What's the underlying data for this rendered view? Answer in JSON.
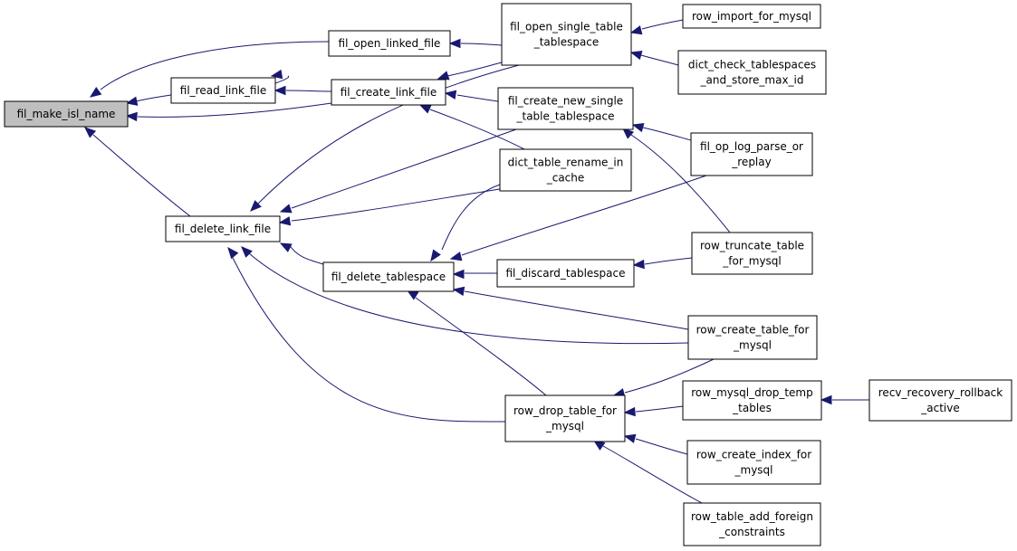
{
  "nodes": [
    {
      "id": "fil_make_isl_name",
      "lines": [
        "fil_make_isl_name"
      ],
      "root": true
    },
    {
      "id": "fil_open_linked_file",
      "lines": [
        "fil_open_linked_file"
      ]
    },
    {
      "id": "fil_read_link_file",
      "lines": [
        "fil_read_link_file"
      ]
    },
    {
      "id": "fil_create_link_file",
      "lines": [
        "fil_create_link_file"
      ]
    },
    {
      "id": "fil_delete_link_file",
      "lines": [
        "fil_delete_link_file"
      ]
    },
    {
      "id": "fil_open_single_table_tablespace",
      "lines": [
        "fil_open_single_table",
        "_tablespace"
      ]
    },
    {
      "id": "fil_create_new_single_table_tablespace",
      "lines": [
        "fil_create_new_single",
        "_table_tablespace"
      ]
    },
    {
      "id": "dict_table_rename_in_cache",
      "lines": [
        "dict_table_rename_in",
        "_cache"
      ]
    },
    {
      "id": "fil_delete_tablespace",
      "lines": [
        "fil_delete_tablespace"
      ]
    },
    {
      "id": "fil_discard_tablespace",
      "lines": [
        "fil_discard_tablespace"
      ]
    },
    {
      "id": "row_drop_table_for_mysql",
      "lines": [
        "row_drop_table_for",
        "_mysql"
      ]
    },
    {
      "id": "row_import_for_mysql",
      "lines": [
        "row_import_for_mysql"
      ]
    },
    {
      "id": "dict_check_tablespaces_and_store_max_id",
      "lines": [
        "dict_check_tablespaces",
        "_and_store_max_id"
      ]
    },
    {
      "id": "fil_op_log_parse_or_replay",
      "lines": [
        "fil_op_log_parse_or",
        "_replay"
      ]
    },
    {
      "id": "row_truncate_table_for_mysql",
      "lines": [
        "row_truncate_table",
        "_for_mysql"
      ]
    },
    {
      "id": "row_create_table_for_mysql",
      "lines": [
        "row_create_table_for",
        "_mysql"
      ]
    },
    {
      "id": "row_mysql_drop_temp_tables",
      "lines": [
        "row_mysql_drop_temp",
        "_tables"
      ]
    },
    {
      "id": "row_create_index_for_mysql",
      "lines": [
        "row_create_index_for",
        "_mysql"
      ]
    },
    {
      "id": "row_table_add_foreign_constraints",
      "lines": [
        "row_table_add_foreign",
        "_constraints"
      ]
    },
    {
      "id": "recv_recovery_rollback_active",
      "lines": [
        "recv_recovery_rollback",
        "_active"
      ]
    }
  ],
  "edges": [
    {
      "from": "fil_open_linked_file",
      "to": "fil_make_isl_name"
    },
    {
      "from": "fil_read_link_file",
      "to": "fil_make_isl_name"
    },
    {
      "from": "fil_create_link_file",
      "to": "fil_make_isl_name"
    },
    {
      "from": "fil_delete_link_file",
      "to": "fil_make_isl_name"
    },
    {
      "from": "fil_read_link_file",
      "to": "fil_open_linked_file"
    },
    {
      "from": "fil_open_single_table_tablespace",
      "to": "fil_open_linked_file"
    },
    {
      "from": "fil_create_link_file",
      "to": "fil_read_link_file"
    },
    {
      "from": "fil_open_single_table_tablespace",
      "to": "fil_create_link_file"
    },
    {
      "from": "fil_create_new_single_table_tablespace",
      "to": "fil_create_link_file"
    },
    {
      "from": "dict_table_rename_in_cache",
      "to": "fil_create_link_file"
    },
    {
      "from": "fil_open_single_table_tablespace",
      "to": "fil_delete_link_file"
    },
    {
      "from": "fil_create_new_single_table_tablespace",
      "to": "fil_delete_link_file"
    },
    {
      "from": "dict_table_rename_in_cache",
      "to": "fil_delete_link_file"
    },
    {
      "from": "fil_delete_tablespace",
      "to": "fil_delete_link_file"
    },
    {
      "from": "row_create_table_for_mysql",
      "to": "fil_delete_link_file"
    },
    {
      "from": "row_drop_table_for_mysql",
      "to": "fil_delete_link_file"
    },
    {
      "from": "row_import_for_mysql",
      "to": "fil_open_single_table_tablespace"
    },
    {
      "from": "dict_check_tablespaces_and_store_max_id",
      "to": "fil_open_single_table_tablespace"
    },
    {
      "from": "fil_op_log_parse_or_replay",
      "to": "fil_create_new_single_table_tablespace"
    },
    {
      "from": "row_truncate_table_for_mysql",
      "to": "fil_create_new_single_table_tablespace"
    },
    {
      "from": "dict_table_rename_in_cache",
      "to": "fil_delete_tablespace"
    },
    {
      "from": "fil_op_log_parse_or_replay",
      "to": "fil_delete_tablespace"
    },
    {
      "from": "fil_discard_tablespace",
      "to": "fil_delete_tablespace"
    },
    {
      "from": "row_create_table_for_mysql",
      "to": "fil_delete_tablespace"
    },
    {
      "from": "row_drop_table_for_mysql",
      "to": "fil_delete_tablespace"
    },
    {
      "from": "row_truncate_table_for_mysql",
      "to": "fil_discard_tablespace"
    },
    {
      "from": "row_create_table_for_mysql",
      "to": "row_drop_table_for_mysql"
    },
    {
      "from": "row_mysql_drop_temp_tables",
      "to": "row_drop_table_for_mysql"
    },
    {
      "from": "row_create_index_for_mysql",
      "to": "row_drop_table_for_mysql"
    },
    {
      "from": "row_table_add_foreign_constraints",
      "to": "row_drop_table_for_mysql"
    },
    {
      "from": "recv_recovery_rollback_active",
      "to": "row_mysql_drop_temp_tables"
    }
  ]
}
